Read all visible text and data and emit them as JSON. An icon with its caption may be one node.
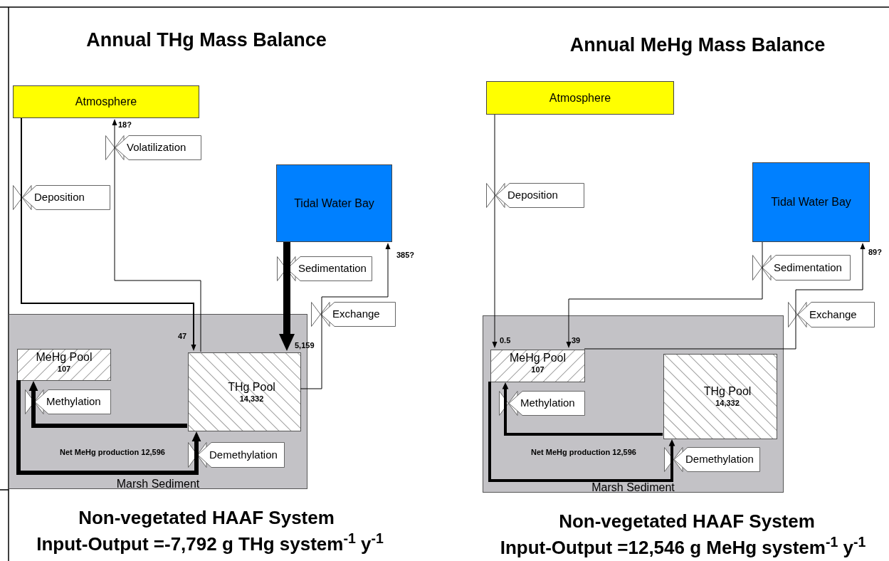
{
  "diagram": {
    "nodes": [
      {
        "text": [
          "Atmosphere"
        ]
      },
      {
        "text": [
          "Volatilization"
        ]
      },
      {
        "text": [
          "Deposition"
        ]
      },
      {
        "text": [
          "Tidal Water Bay"
        ]
      },
      {
        "text": [
          "Sedimentation"
        ]
      },
      {
        "text": [
          "Exchange"
        ]
      },
      {
        "text": [
          "Marsh Sediment"
        ]
      },
      {
        "text": [
          "MeHg Pool",
          "107"
        ],
        "in": 6
      },
      {
        "text": [
          "THg Pool",
          "14,332"
        ],
        "in": 6
      },
      {
        "text": [
          "Methylation"
        ],
        "in": 6
      },
      {
        "text": [
          "Demethylation"
        ],
        "in": 6
      },
      {
        "text": [
          "Atmosphere"
        ]
      },
      {
        "text": [
          "Deposition"
        ]
      },
      {
        "text": [
          "Tidal Water Bay"
        ]
      },
      {
        "text": [
          "Sedimentation"
        ]
      },
      {
        "text": [
          "Exchange"
        ]
      },
      {
        "text": [
          "Marsh Sediment"
        ]
      },
      {
        "text": [
          "MeHg Pool",
          "107"
        ],
        "in": 16
      },
      {
        "text": [
          "THg Pool",
          "14,332"
        ],
        "in": 16
      },
      {
        "text": [
          "Methylation"
        ],
        "in": 16
      },
      {
        "text": [
          "Demethylation"
        ],
        "in": 16
      }
    ],
    "edges": [
      {
        "from": 0,
        "to": 8,
        "arrow": "to",
        "label": "47"
      },
      {
        "from": 8,
        "to": 0,
        "arrow": "to",
        "label": "18?"
      },
      {
        "from": 3,
        "to": 8,
        "arrow": "to",
        "label": "5,159",
        "style": "thick"
      },
      {
        "from": 8,
        "to": 3,
        "arrow": "to",
        "label": "385?"
      },
      {
        "from": 8,
        "to": 7,
        "arrow": "to",
        "style": "thick"
      },
      {
        "from": 7,
        "to": 8,
        "arrow": "to",
        "style": "thick"
      },
      {
        "from": 11,
        "to": 17,
        "arrow": "to",
        "label": "0.5"
      },
      {
        "from": 13,
        "to": 17,
        "arrow": "to",
        "label": "39"
      },
      {
        "from": 17,
        "to": 13,
        "arrow": "to",
        "label": "89?"
      },
      {
        "from": 18,
        "to": 17,
        "arrow": "to",
        "style": "thick"
      },
      {
        "from": 17,
        "to": 18,
        "arrow": "to",
        "style": "thick"
      }
    ],
    "labels": [
      "Annual THg Mass Balance",
      "Annual MeHg Mass Balance",
      "Net MeHg production 12,596",
      "Net MeHg production 12,596",
      "Non-vegetated HAAF System",
      "Input-Output =-7,792 g THg system$^{-1}$ y$^{-1}$",
      "Non-vegetated HAAF System",
      "Input-Output =12,546 g MeHg system$^{-1}$ y$^{-1}$"
    ]
  }
}
